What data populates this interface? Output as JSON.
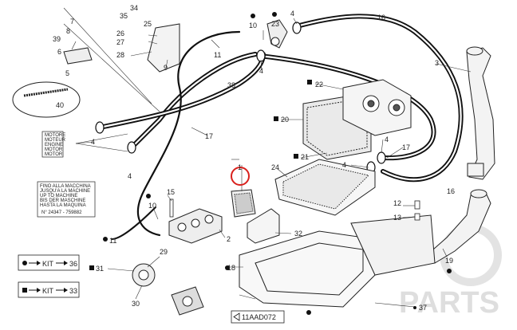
{
  "callouts": {
    "c1": "1",
    "c2": "2",
    "c3": "3",
    "c4": "4",
    "c5": "5",
    "c6": "6",
    "c7": "7",
    "c8": "8",
    "c9": "9",
    "c10": "10",
    "c11": "11",
    "c12": "12",
    "c13": "13",
    "c15": "15",
    "c16": "16",
    "c17": "17",
    "c18": "18",
    "c19": "19",
    "c20": "20",
    "c21": "21",
    "c22": "22",
    "c23": "23",
    "c24": "24",
    "c25": "25",
    "c26": "26",
    "c27": "27",
    "c28": "28",
    "c29": "29",
    "c30": "30",
    "c31": "31",
    "c32": "32",
    "c34": "34",
    "c35": "35",
    "c36": "36",
    "c37": "37",
    "c38": "38",
    "c39": "39",
    "c40": "40"
  },
  "motor_box": {
    "lines": [
      "MOTORE",
      "MOTEUR",
      "ENGINE",
      "MOTOR",
      "MOTOR"
    ]
  },
  "machine_box": {
    "lines": [
      "FINO ALLA MACCHINA",
      "JUSQU'A LA MACHINE",
      "UP TO MACHINE",
      "BIS DER MASCHINE",
      "HASTA LA MAQUINA"
    ],
    "serial": "N° 24347 - 759882"
  },
  "kit_legend": [
    {
      "label": "KIT",
      "ref": "36"
    },
    {
      "label": "KIT",
      "ref": "33"
    }
  ],
  "reference_code": "11AAD072",
  "watermark": "PARTS",
  "colors": {
    "highlight": "#d9201c",
    "line": "#222222",
    "hose": "#111111"
  }
}
